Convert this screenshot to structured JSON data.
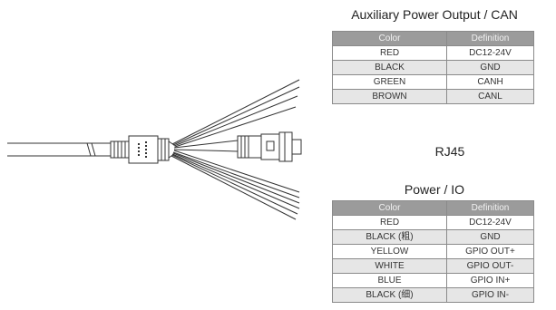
{
  "aux_power": {
    "title": "Auxiliary Power Output / CAN",
    "headers": [
      "Color",
      "Definition"
    ],
    "rows": [
      [
        "RED",
        "DC12-24V"
      ],
      [
        "BLACK",
        "GND"
      ],
      [
        "GREEN",
        "CANH"
      ],
      [
        "BROWN",
        "CANL"
      ]
    ]
  },
  "rj45": {
    "label": "RJ45"
  },
  "power_io": {
    "title": "Power / IO",
    "headers": [
      "Color",
      "Definition"
    ],
    "rows": [
      [
        "RED",
        "DC12-24V"
      ],
      [
        "BLACK (粗)",
        "GND"
      ],
      [
        "YELLOW",
        "GPIO OUT+"
      ],
      [
        "WHITE",
        "GPIO OUT-"
      ],
      [
        "BLUE",
        "GPIO IN+"
      ],
      [
        "BLACK (细)",
        "GPIO IN-"
      ]
    ]
  }
}
